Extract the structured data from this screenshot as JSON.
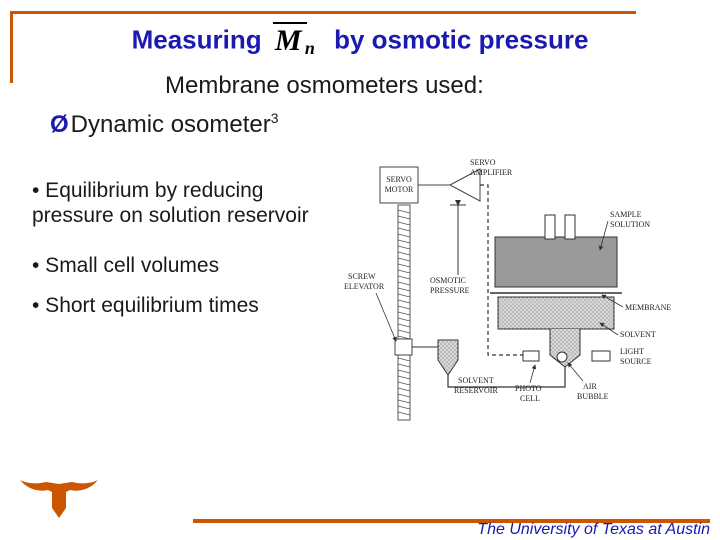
{
  "slide": {
    "title_prefix": "Measuring",
    "title_symbol_main": "M",
    "title_symbol_sub": "n",
    "title_suffix": "by osmotic pressure",
    "subtitle": "Membrane osmometers used:",
    "dynamic_arrow": "Ø",
    "dynamic_label": "Dynamic osometer",
    "dynamic_sup": "3",
    "bullets": [
      "• Equilibrium by reducing\npressure on solution reservoir",
      "• Small cell volumes",
      "• Short equilibrium times"
    ],
    "footer": "The University of Texas at Austin"
  },
  "diagram": {
    "labels": {
      "servo_amplifier": [
        "SERVO",
        "AMPLIFIER"
      ],
      "servo_motor": [
        "SERVO",
        "MOTOR"
      ],
      "sample_solution": [
        "SAMPLE",
        "SOLUTION"
      ],
      "osmotic_pressure": [
        "OSMOTIC",
        "PRESSURE"
      ],
      "screw_elevator": [
        "SCREW",
        "ELEVATOR"
      ],
      "membrane": "MEMBRANE",
      "solvent": "SOLVENT",
      "light_source": [
        "LIGHT",
        "SOURCE"
      ],
      "solvent_reservoir": [
        "SOLVENT",
        "RESERVOIR"
      ],
      "photo_cell": [
        "PHOTO",
        "CELL"
      ],
      "air_bubble": [
        "AIR",
        "BUBBLE"
      ]
    }
  },
  "colors": {
    "title": "#1a1ab3",
    "accent": "#cc5500",
    "footer_text": "#1a1ab3"
  },
  "logo": {
    "icon": "longhorn-logo-icon"
  }
}
